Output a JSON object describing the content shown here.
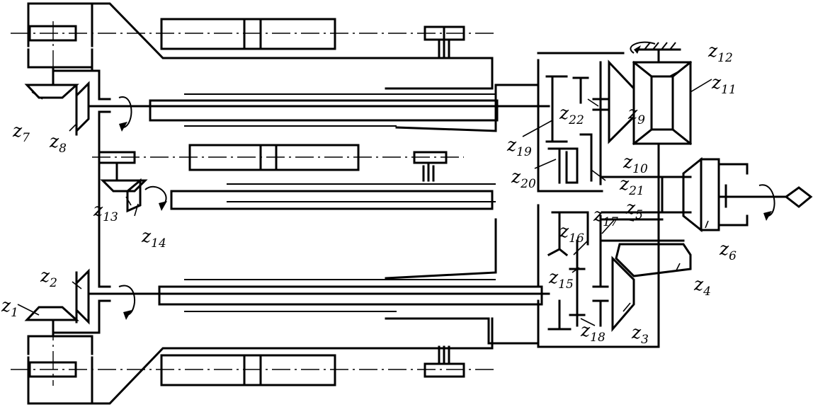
{
  "diagram": {
    "labels": [
      {
        "id": "z1",
        "text": "z",
        "sub": "1"
      },
      {
        "id": "z2",
        "text": "z",
        "sub": "2"
      },
      {
        "id": "z3",
        "text": "z",
        "sub": "3"
      },
      {
        "id": "z4",
        "text": "z",
        "sub": "4"
      },
      {
        "id": "z5",
        "text": "z",
        "sub": "5"
      },
      {
        "id": "z6",
        "text": "z",
        "sub": "6"
      },
      {
        "id": "z7",
        "text": "z",
        "sub": "7"
      },
      {
        "id": "z8",
        "text": "z",
        "sub": "8"
      },
      {
        "id": "z9",
        "text": "z",
        "sub": "9"
      },
      {
        "id": "z10",
        "text": "z",
        "sub": "10"
      },
      {
        "id": "z11",
        "text": "z",
        "sub": "11"
      },
      {
        "id": "z12",
        "text": "z",
        "sub": "12"
      },
      {
        "id": "z13",
        "text": "z",
        "sub": "13"
      },
      {
        "id": "z14",
        "text": "z",
        "sub": "14"
      },
      {
        "id": "z15",
        "text": "z",
        "sub": "15"
      },
      {
        "id": "z16",
        "text": "z",
        "sub": "16"
      },
      {
        "id": "z17",
        "text": "z",
        "sub": "17"
      },
      {
        "id": "z18",
        "text": "z",
        "sub": "18"
      },
      {
        "id": "z19",
        "text": "z",
        "sub": "19"
      },
      {
        "id": "z20",
        "text": "z",
        "sub": "20"
      },
      {
        "id": "z21",
        "text": "z",
        "sub": "21"
      },
      {
        "id": "z22",
        "text": "z",
        "sub": "22"
      }
    ]
  }
}
